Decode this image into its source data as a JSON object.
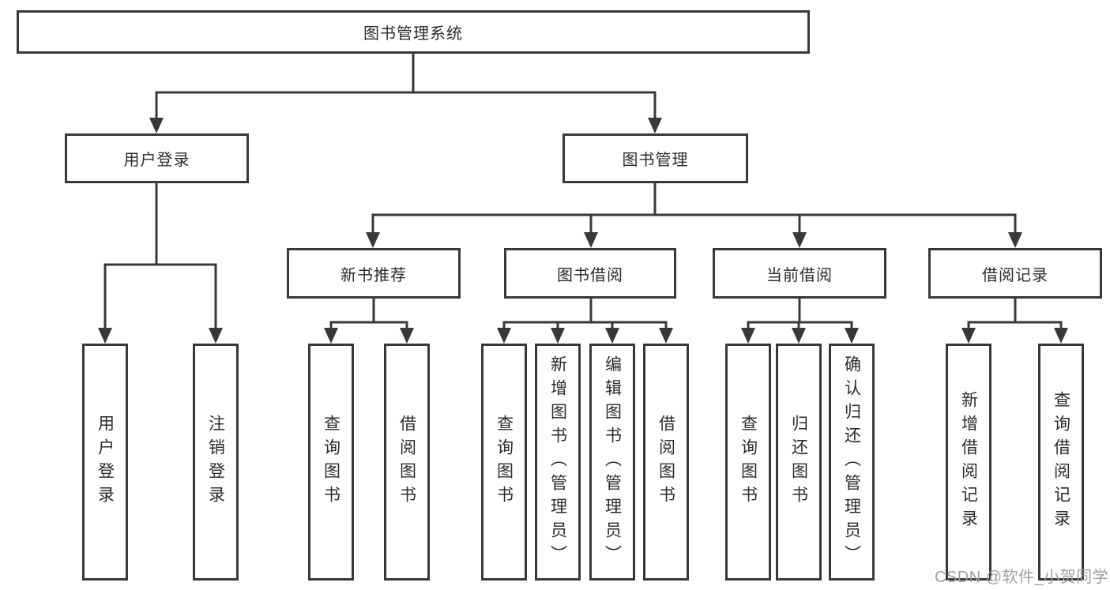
{
  "diagram": {
    "title": "图书管理系统",
    "level2": [
      "用户登录",
      "图书管理"
    ],
    "level3": [
      "新书推荐",
      "图书借阅",
      "当前借阅",
      "借阅记录"
    ],
    "leaves": {
      "user_login": [
        "用户登录",
        "注销登录"
      ],
      "new_book_recommend": [
        "查询图书",
        "借阅图书"
      ],
      "book_borrow": [
        "查询图书",
        "新增图书（管理员）",
        "编辑图书（管理员）",
        "借阅图书"
      ],
      "current_borrow": [
        "查询图书",
        "归还图书",
        "确认归还（管理员）"
      ],
      "borrow_records": [
        "新增借阅记录",
        "查询借阅记录"
      ]
    },
    "watermark": "CSDN @软件_小贺同学",
    "colors": {
      "line": "#383838",
      "box_border": "#383838",
      "box_background": "#ffffff",
      "text": "#2b2b2b",
      "watermark": "#9e9e9e"
    }
  }
}
